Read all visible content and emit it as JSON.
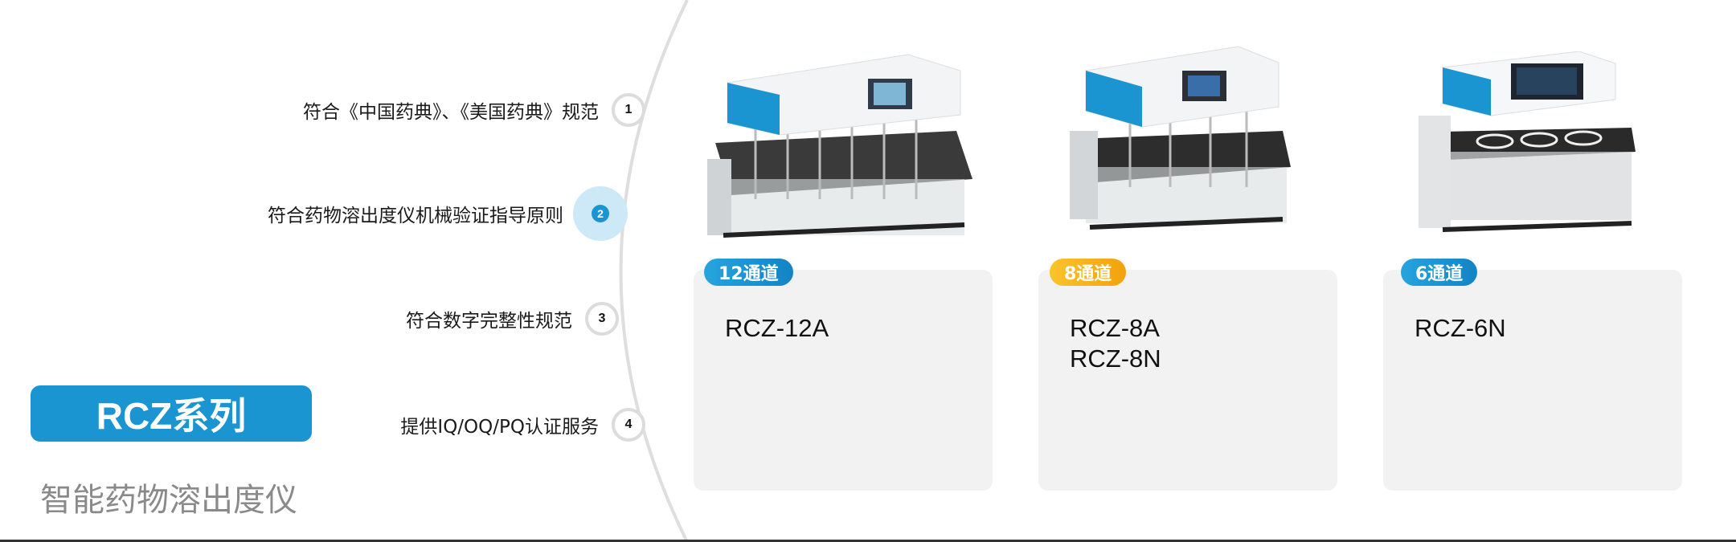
{
  "series": {
    "title": "RCZ系列",
    "subtitle": "智能药物溶出度仪"
  },
  "features": [
    {
      "num": "1",
      "text": "符合《中国药典》、《美国药典》规范"
    },
    {
      "num": "2",
      "text": "符合药物溶出度仪机械验证指导原则"
    },
    {
      "num": "3",
      "text": "符合数字完整性规范"
    },
    {
      "num": "4",
      "text": "提供IQ/OQ/PQ认证服务"
    }
  ],
  "products": [
    {
      "tag": "12通道",
      "models": [
        "RCZ-12A"
      ],
      "tag_color": "#1b94d2"
    },
    {
      "tag": "8通道",
      "models": [
        "RCZ-8A",
        "RCZ-8N"
      ],
      "tag_color": "#f5b21a"
    },
    {
      "tag": "6通道",
      "models": [
        "RCZ-6N"
      ],
      "tag_color": "#1b94d2"
    }
  ],
  "colors": {
    "brand_blue": "#1b94d2",
    "accent_yellow": "#f5b21a",
    "card_bg": "#f2f2f2"
  }
}
